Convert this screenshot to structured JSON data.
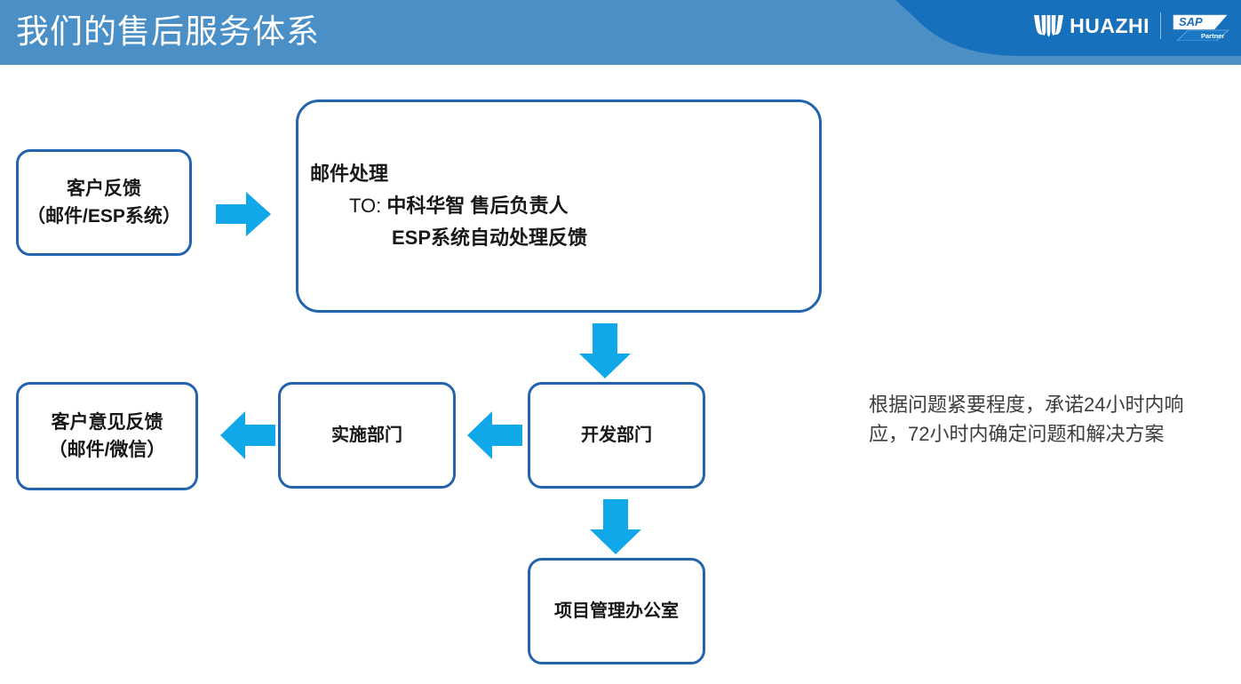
{
  "header": {
    "title": "我们的售后服务体系",
    "bg_color": "#4a90c7",
    "accent_color": "#1670bb",
    "logo": {
      "mark_name": "huazhi-emblem-icon",
      "brand_text": "HUAZHI",
      "partner_badge_top": "SAP",
      "partner_badge_bottom": "Partner"
    }
  },
  "theme": {
    "box_border": "#2364ad",
    "arrow_color": "#10a8e8",
    "text_color": "#181818",
    "note_color": "#3d3d3d",
    "page_bg": "#ffffff"
  },
  "flow": {
    "customer_feedback": {
      "line1": "客户反馈",
      "line2": "（邮件/ESP系统）"
    },
    "mail_process": {
      "line1": "邮件处理",
      "line2_label": "TO:",
      "line2_value": "中科华智   售后负责人",
      "line3": "ESP系统自动处理反馈"
    },
    "development": {
      "label": "开发部门"
    },
    "implementation": {
      "label": "实施部门"
    },
    "customer_opinion": {
      "line1": "客户意见反馈",
      "line2": "（邮件/微信）"
    },
    "pmo": {
      "label": "项目管理办公室"
    },
    "arrows": [
      {
        "name": "arrow-feedback-to-mail",
        "direction": "right"
      },
      {
        "name": "arrow-mail-to-dev",
        "direction": "down"
      },
      {
        "name": "arrow-dev-to-impl",
        "direction": "left"
      },
      {
        "name": "arrow-impl-to-opinion",
        "direction": "left"
      },
      {
        "name": "arrow-dev-to-pmo",
        "direction": "down"
      }
    ]
  },
  "side_note": {
    "text": "根据问题紧要程度，承诺24小时内响应，72小时内确定问题和解决方案"
  }
}
